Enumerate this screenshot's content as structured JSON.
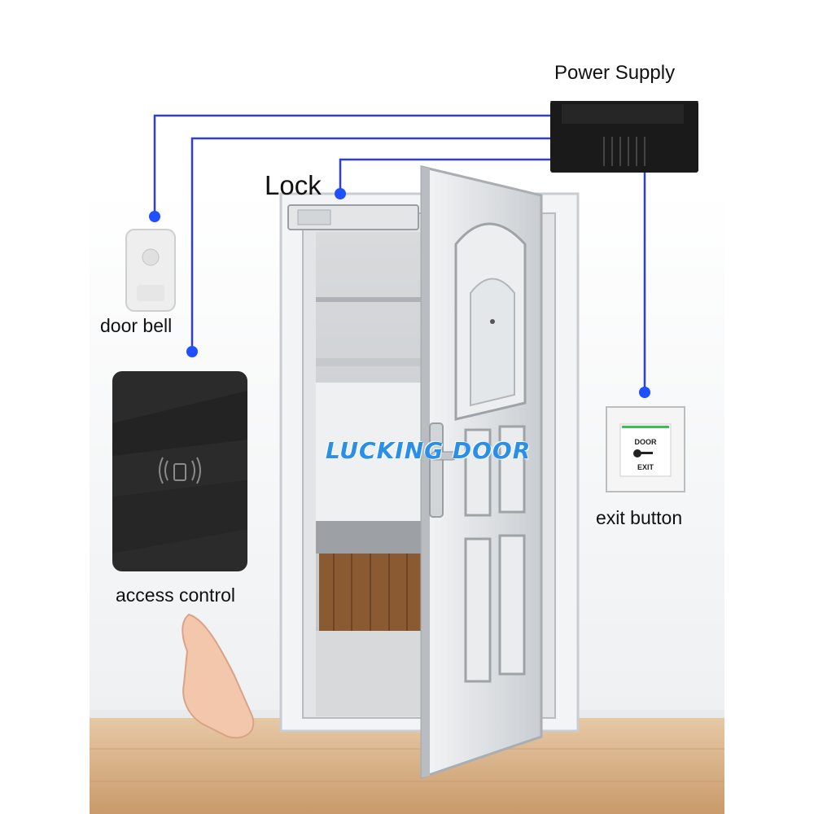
{
  "labels": {
    "power_supply": "Power Supply",
    "lock": "Lock",
    "door_bell": "door bell",
    "exit_button": "exit button",
    "access_control": "access control"
  },
  "watermark": "LUCKING DOOR",
  "exit_button_face": {
    "top_text": "DOOR",
    "bottom_text": "EXIT"
  },
  "colors": {
    "wire": "#2f3fd6",
    "wire_dot": "#1f4fff",
    "power_supply_box": "#1a1a1a",
    "access_reader": "#2b2b2b",
    "door": "#e6e8ea",
    "floor": "#d9b48c",
    "watermark": "#2a8fe8"
  },
  "icons": [
    "rfid-card-icon",
    "key-icon",
    "speaker-icon"
  ]
}
